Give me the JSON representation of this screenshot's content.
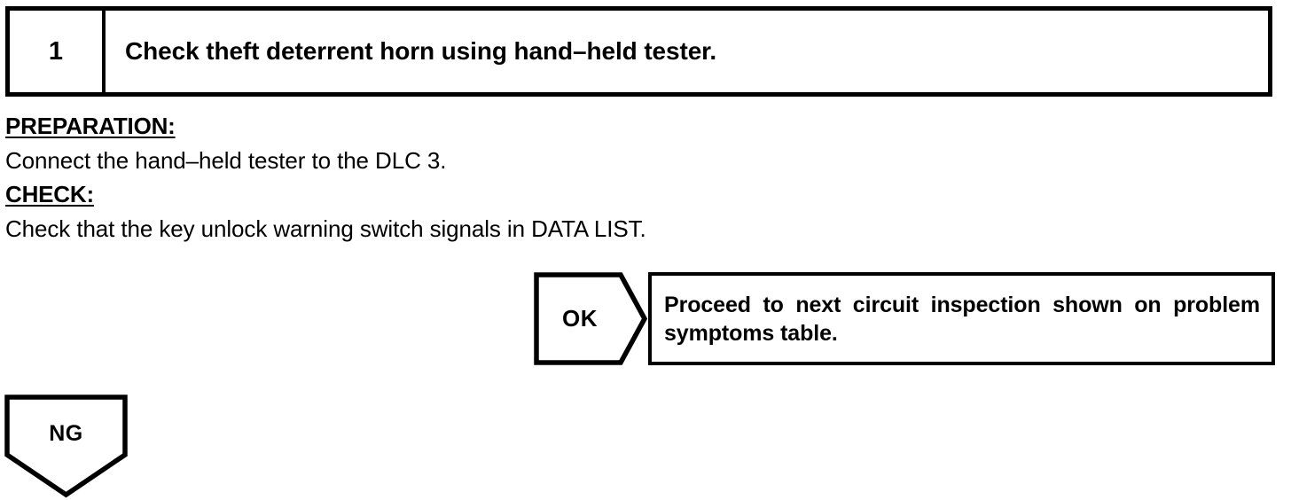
{
  "step": {
    "number": "1",
    "title": "Check theft deterrent horn using hand–held tester."
  },
  "sections": [
    {
      "heading": "PREPARATION:",
      "body": "Connect the hand–held tester to the DLC 3."
    },
    {
      "heading": "CHECK:",
      "body": "Check that the key unlock warning switch signals in DATA LIST."
    }
  ],
  "outcomes": {
    "ok": {
      "label": "OK",
      "result": "Proceed to next circuit inspection shown on problem symptoms table."
    },
    "ng": {
      "label": "NG"
    }
  },
  "colors": {
    "ink": "#000000",
    "paper": "#ffffff"
  }
}
